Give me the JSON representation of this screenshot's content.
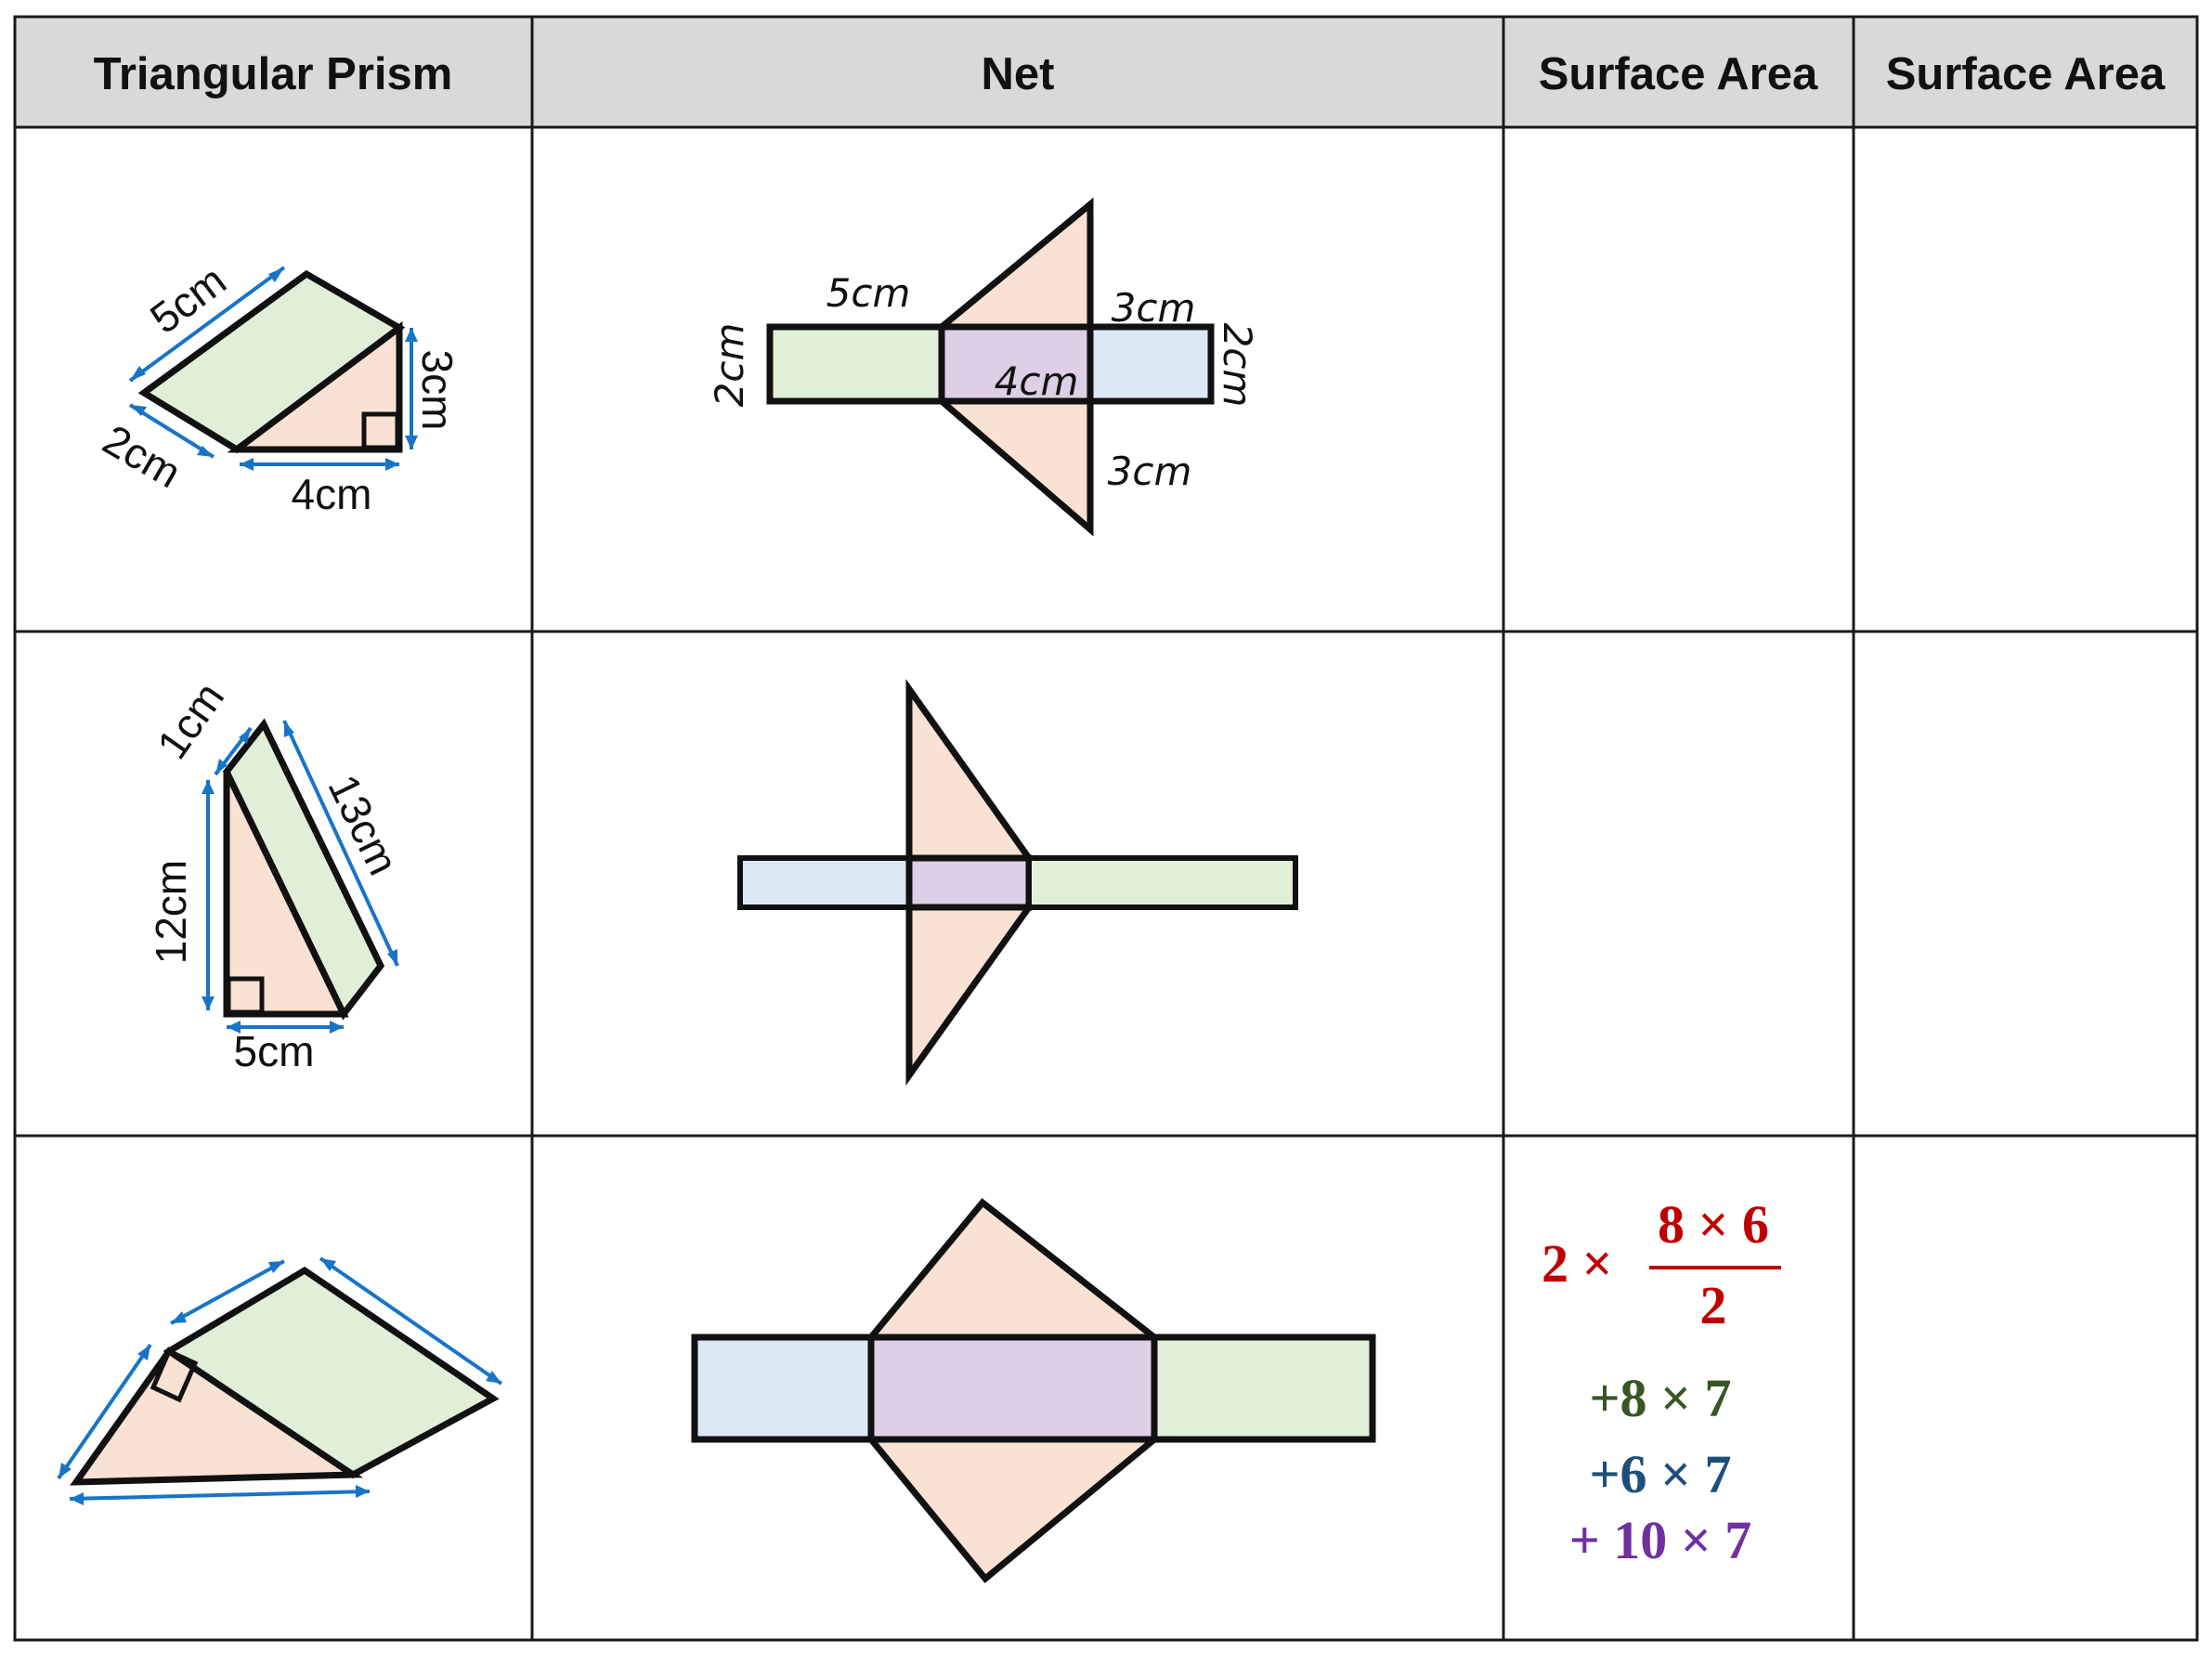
{
  "headers": [
    "Triangular Prism",
    "Net",
    "Surface Area",
    "Surface Area"
  ],
  "colors": {
    "grid": "#1a1a1a",
    "header_bg": "#d9d9d9",
    "triangle_fill": "#f9e2d3",
    "green_fill": "#e1efd8",
    "purple_fill": "#dccfe6",
    "blue_fill": "#dde8f5",
    "arrow": "#1874c8",
    "math_red": "#c00000",
    "math_green": "#375623",
    "math_blue": "#1f4e79",
    "math_purple": "#7030a0"
  },
  "rows": [
    {
      "prism": {
        "top_edge": "5cm",
        "depth": "2cm",
        "base": "4cm",
        "height": "3cm"
      },
      "net": {
        "top_left": "5cm",
        "top_right": "3cm",
        "left_side": "2cm",
        "right_side": "2cm",
        "middle": "4cm",
        "bottom_right": "3cm"
      }
    },
    {
      "prism": {
        "depth": "1cm",
        "hypotenuse": "13cm",
        "height": "12cm",
        "base": "5cm"
      }
    },
    {
      "solution": {
        "multiplier": "2 ×",
        "numerator": "8 × 6",
        "denominator": "2",
        "term2": "+8 × 7",
        "term3": "+6 × 7",
        "term4": "+ 10 × 7"
      }
    }
  ]
}
